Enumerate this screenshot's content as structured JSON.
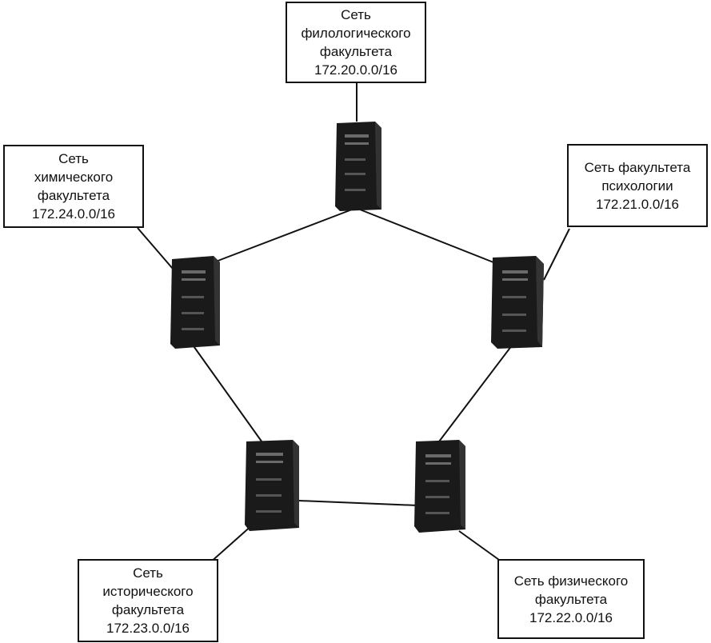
{
  "networks": [
    {
      "id": "philology",
      "lines": [
        "Сеть",
        "филологического",
        "факультета",
        "172.20.0.0/16"
      ]
    },
    {
      "id": "chemistry",
      "lines": [
        "Сеть",
        "химического",
        "факультета",
        "172.24.0.0/16"
      ]
    },
    {
      "id": "psychology",
      "lines": [
        "Сеть факультета",
        "психологии",
        "172.21.0.0/16"
      ]
    },
    {
      "id": "history",
      "lines": [
        "Сеть",
        "исторического",
        "факультета",
        "172.23.0.0/16"
      ]
    },
    {
      "id": "physics",
      "lines": [
        "Сеть физического",
        "факультета",
        "172.22.0.0/16"
      ]
    }
  ],
  "colors": {
    "line": "#111111",
    "server_body": "#1a1a1a",
    "server_detail": "#6a6a6a",
    "box_border": "#111111"
  },
  "icons": {
    "router": "server-tower-icon"
  }
}
